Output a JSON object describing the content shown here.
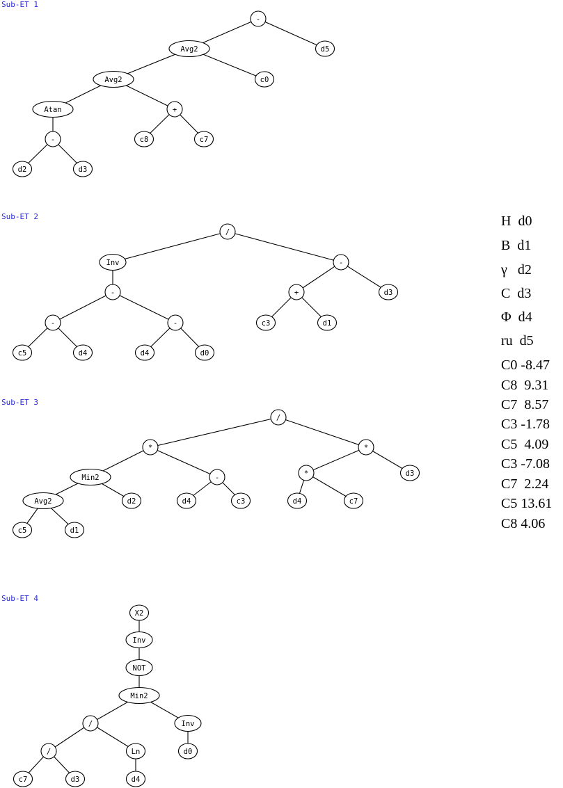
{
  "trees": [
    {
      "label": "Sub-ET 1",
      "nodes": [
        {
          "id": "n1",
          "text": "-",
          "parent": null
        },
        {
          "id": "n2",
          "text": "Avg2",
          "parent": "n1"
        },
        {
          "id": "n3",
          "text": "d5",
          "parent": "n1"
        },
        {
          "id": "n4",
          "text": "Avg2",
          "parent": "n2"
        },
        {
          "id": "n5",
          "text": "c0",
          "parent": "n2"
        },
        {
          "id": "n6",
          "text": "Atan",
          "parent": "n4"
        },
        {
          "id": "n7",
          "text": "+",
          "parent": "n4"
        },
        {
          "id": "n8",
          "text": "-",
          "parent": "n6"
        },
        {
          "id": "n9",
          "text": "c8",
          "parent": "n7"
        },
        {
          "id": "n10",
          "text": "c7",
          "parent": "n7"
        },
        {
          "id": "n11",
          "text": "d2",
          "parent": "n8"
        },
        {
          "id": "n12",
          "text": "d3",
          "parent": "n8"
        }
      ]
    },
    {
      "label": "Sub-ET 2",
      "nodes": [
        {
          "id": "n1",
          "text": "/",
          "parent": null
        },
        {
          "id": "n2",
          "text": "Inv",
          "parent": "n1"
        },
        {
          "id": "n3",
          "text": "-",
          "parent": "n1"
        },
        {
          "id": "n4",
          "text": "-",
          "parent": "n2"
        },
        {
          "id": "n5",
          "text": "-",
          "parent": "n4"
        },
        {
          "id": "n6",
          "text": "-",
          "parent": "n4"
        },
        {
          "id": "n7",
          "text": "c5",
          "parent": "n5"
        },
        {
          "id": "n8",
          "text": "d4",
          "parent": "n5"
        },
        {
          "id": "n9",
          "text": "d4",
          "parent": "n6"
        },
        {
          "id": "n10",
          "text": "d0",
          "parent": "n6"
        },
        {
          "id": "n11",
          "text": "+",
          "parent": "n3"
        },
        {
          "id": "n12",
          "text": "d3",
          "parent": "n3"
        },
        {
          "id": "n13",
          "text": "c3",
          "parent": "n11"
        },
        {
          "id": "n14",
          "text": "d1",
          "parent": "n11"
        }
      ]
    },
    {
      "label": "Sub-ET 3",
      "nodes": [
        {
          "id": "n1",
          "text": "/",
          "parent": null
        },
        {
          "id": "n2",
          "text": "*",
          "parent": "n1"
        },
        {
          "id": "n3",
          "text": "*",
          "parent": "n1"
        },
        {
          "id": "n4",
          "text": "Min2",
          "parent": "n2"
        },
        {
          "id": "n5",
          "text": "-",
          "parent": "n2"
        },
        {
          "id": "n6",
          "text": "Avg2",
          "parent": "n4"
        },
        {
          "id": "n7",
          "text": "d2",
          "parent": "n4"
        },
        {
          "id": "n8",
          "text": "c5",
          "parent": "n6"
        },
        {
          "id": "n9",
          "text": "d1",
          "parent": "n6"
        },
        {
          "id": "n10",
          "text": "d4",
          "parent": "n5"
        },
        {
          "id": "n11",
          "text": "c3",
          "parent": "n5"
        },
        {
          "id": "n12",
          "text": "*",
          "parent": "n3"
        },
        {
          "id": "n13",
          "text": "d3",
          "parent": "n3"
        },
        {
          "id": "n14",
          "text": "d4",
          "parent": "n12"
        },
        {
          "id": "n15",
          "text": "c7",
          "parent": "n12"
        }
      ]
    },
    {
      "label": "Sub-ET 4",
      "nodes": [
        {
          "id": "n1",
          "text": "X2",
          "parent": null
        },
        {
          "id": "n2",
          "text": "Inv",
          "parent": "n1"
        },
        {
          "id": "n3",
          "text": "NOT",
          "parent": "n2"
        },
        {
          "id": "n4",
          "text": "Min2",
          "parent": "n3"
        },
        {
          "id": "n5",
          "text": "/",
          "parent": "n4"
        },
        {
          "id": "n6",
          "text": "Inv",
          "parent": "n4"
        },
        {
          "id": "n7",
          "text": "/",
          "parent": "n5"
        },
        {
          "id": "n8",
          "text": "Ln",
          "parent": "n5"
        },
        {
          "id": "n9",
          "text": "c7",
          "parent": "n7"
        },
        {
          "id": "n10",
          "text": "d3",
          "parent": "n7"
        },
        {
          "id": "n11",
          "text": "d4",
          "parent": "n8"
        },
        {
          "id": "n12",
          "text": "d0",
          "parent": "n6"
        }
      ]
    }
  ],
  "legend": [
    "H  d0",
    "B  d1",
    "γ   d2",
    "C  d3",
    "Φ  d4",
    "ru  d5",
    "C0 -8.47",
    "C8  9.31",
    "C7  8.57",
    "C3 -1.78",
    "C5  4.09",
    "C3 -7.08",
    "C7  2.24",
    "C5 13.61",
    "C8 4.06"
  ]
}
